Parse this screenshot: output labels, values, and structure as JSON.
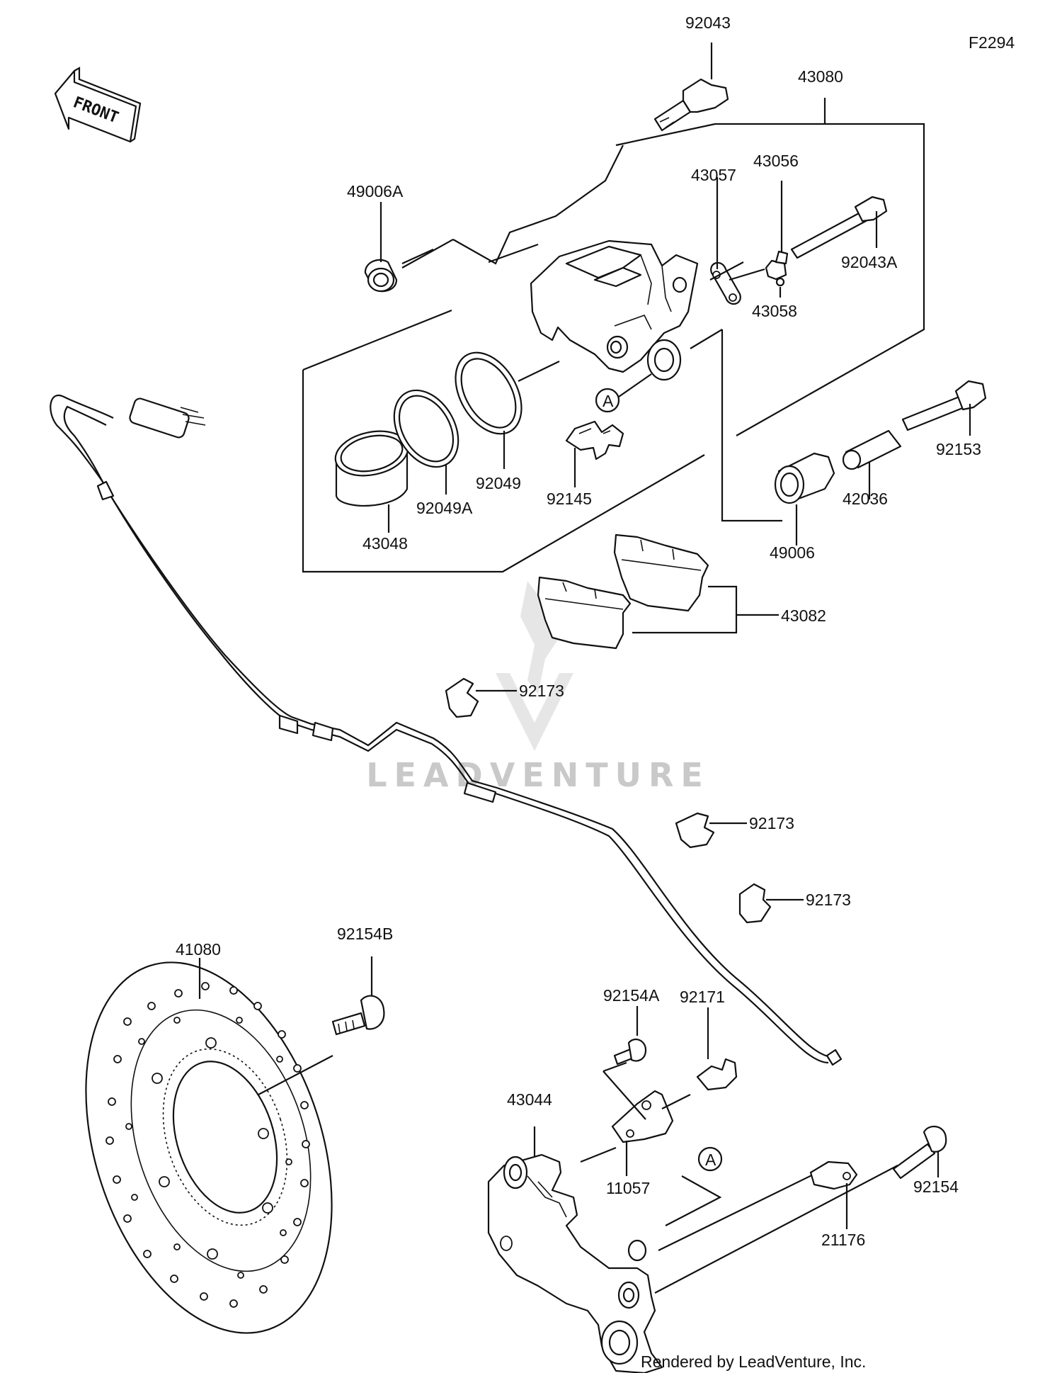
{
  "figure_code": "F2294",
  "front_label": "FRONT",
  "watermark": "LEADVENTURE",
  "credit": "Rendered by LeadVenture, Inc.",
  "callout_a": "A",
  "parts": {
    "p92043": "92043",
    "p43080": "43080",
    "p43057": "43057",
    "p43056": "43056",
    "p49006A": "49006A",
    "p92043A": "92043A",
    "p43058": "43058",
    "p92153": "92153",
    "p43048": "43048",
    "p92049A": "92049A",
    "p92049": "92049",
    "p92145": "92145",
    "p42036": "42036",
    "p49006": "49006",
    "p43082": "43082",
    "p92173a": "92173",
    "p92173b": "92173",
    "p92173c": "92173",
    "p41080": "41080",
    "p92154B": "92154B",
    "p92154A": "92154A",
    "p92171": "92171",
    "p43044": "43044",
    "p11057": "11057",
    "p92154": "92154",
    "p21176": "21176"
  }
}
